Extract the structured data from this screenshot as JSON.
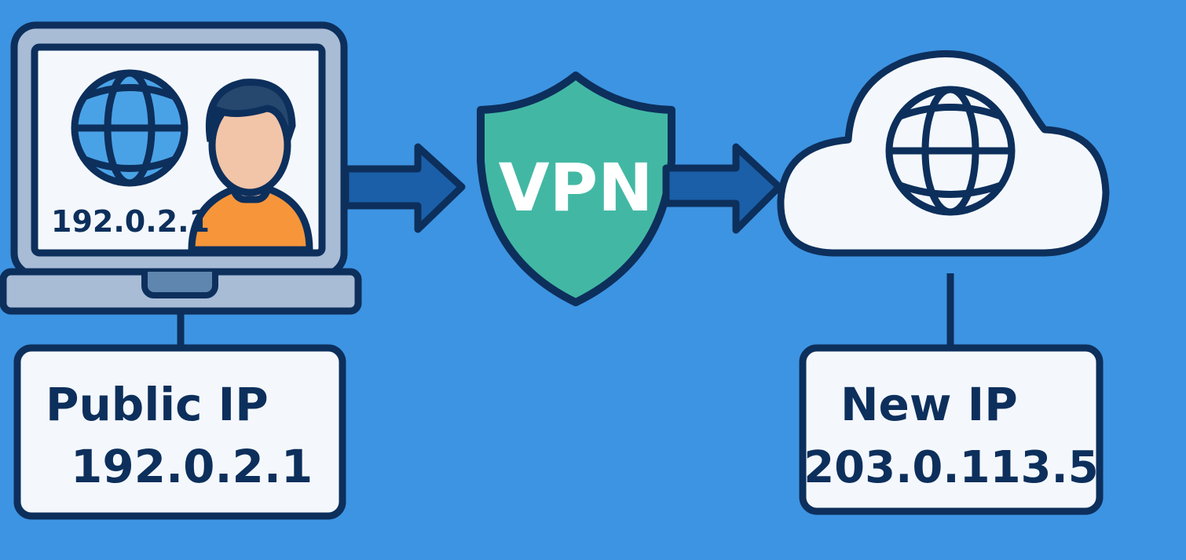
{
  "laptop": {
    "screen_ip": "192.0.2.1"
  },
  "vpn": {
    "label": "VPN"
  },
  "left_box": {
    "title": "Public IP",
    "ip": "192.0.2.1"
  },
  "right_box": {
    "title": "New IP",
    "ip": "203.0.113.5"
  },
  "colors": {
    "background": "#3d94e2",
    "outline": "#0d2f5c",
    "arrow": "#1a5fa8",
    "shield": "#42b8a4",
    "screen": "#f4f8fc",
    "laptop_frame": "#a9bcd6",
    "skin": "#f2c4a8",
    "shirt": "#f7953a",
    "hair": "#26476e",
    "globe": "#4aa2e6"
  }
}
